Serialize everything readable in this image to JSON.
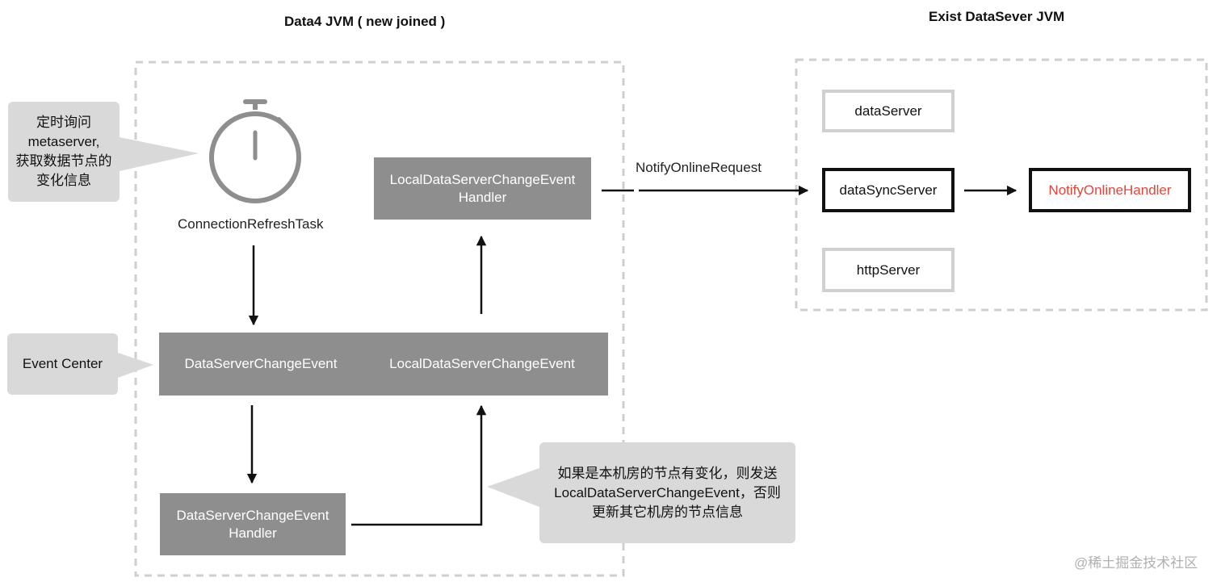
{
  "titles": {
    "left": "Data4 JVM ( new joined )",
    "right": "Exist DataSever JVM"
  },
  "callouts": {
    "timer_note": [
      "定时询问",
      "metaserver,",
      "获取数据节点的",
      "变化信息"
    ],
    "event_center": "Event Center",
    "handler_note": [
      "如果是本机房的节点有变化，则发送",
      "LocalDataServerChangeEvent，否则",
      "更新其它机房的节点信息"
    ]
  },
  "left_jvm": {
    "timer_label": "ConnectionRefreshTask",
    "event_bar": {
      "left": "DataServerChangeEvent",
      "right": "LocalDataServerChangeEvent"
    },
    "local_handler": [
      "LocalDataServerChangeEvent",
      "Handler"
    ],
    "change_handler": [
      "DataServerChangeEvent",
      "Handler"
    ]
  },
  "link": {
    "request_label": "NotifyOnlineRequest"
  },
  "right_jvm": {
    "data_server": "dataServer",
    "data_sync_server": "dataSyncServer",
    "http_server": "httpServer",
    "online_handler": "NotifyOnlineHandler"
  },
  "watermark": "@稀土掘金技术社区",
  "colors": {
    "box_gray": "#8e8e8e",
    "callout_gray": "#d9d9d9",
    "highlight_red": "#e0463c",
    "dashed_border": "#cfcfcf"
  }
}
